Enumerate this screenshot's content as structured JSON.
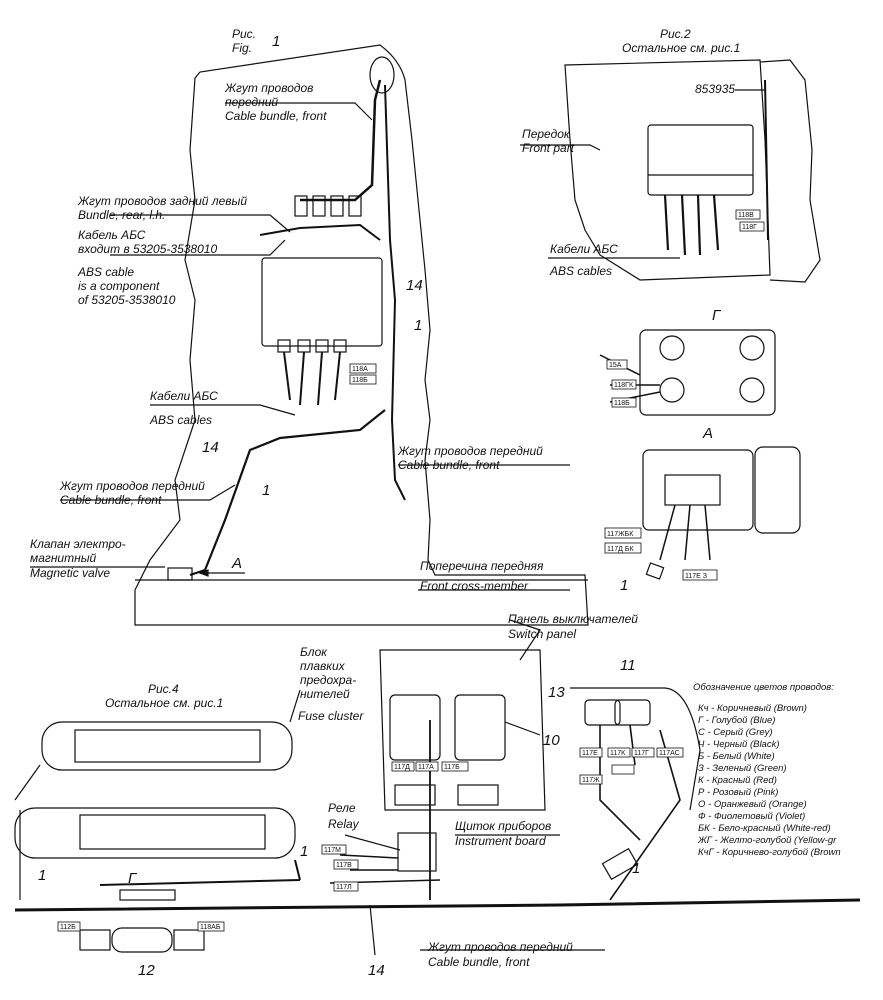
{
  "fig1": {
    "caption": [
      "Рис.",
      "Fig.",
      "1"
    ],
    "labels": {
      "front_bundle_top": [
        "Жгут проводов",
        "передний",
        "Cable bundle, front"
      ],
      "rear_left": [
        "Жгут проводов задний левый",
        "Bundle, rear, l.h."
      ],
      "abs_cable": [
        "Кабель АБС",
        "входит в 53205-3538010",
        "ABS cable",
        "is a component",
        "of 53205-3538010"
      ],
      "abs_cables": [
        "Кабели АБС",
        "ABS cables"
      ],
      "front_bundle_left": [
        "Жгут проводов передний",
        "Cable bundle, front"
      ],
      "front_bundle_right": [
        "Жгут проводов передний",
        "Cable bundle, front"
      ],
      "valve": [
        "Клапан электро-",
        "магнитный",
        "Magnetic valve"
      ],
      "crossmember": [
        "Поперечина передняя",
        "Front cross-member"
      ],
      "view_a": "A"
    },
    "numbers": [
      "14",
      "1",
      "14",
      "1"
    ],
    "tags": [
      "118А",
      "118Б"
    ]
  },
  "fig2": {
    "caption": [
      "Рис.2",
      "Остальное см. рис.1"
    ],
    "part_number": "853935",
    "labels": {
      "front_part": [
        "Передок",
        "Front part"
      ],
      "abs_cables": [
        "Кабели АБС",
        "ABS cables"
      ]
    },
    "tags": [
      "118В",
      "118Г"
    ]
  },
  "view_g": {
    "title": "Г",
    "tags": [
      "15А",
      "118ГК",
      "118Б"
    ]
  },
  "view_a": {
    "title": "A",
    "tags": [
      "117ЖБК",
      "117Д БК",
      "117Е З"
    ],
    "number": "1"
  },
  "fig4": {
    "caption": [
      "Рис.4",
      "Остальное см. рис.1"
    ],
    "labels": {
      "fuse": [
        "Блок",
        "плавких",
        "предохра-",
        "нителей",
        "Fuse cluster"
      ],
      "switch_panel": [
        "Панель выключателей",
        "Switch panel"
      ],
      "relay": [
        "Реле",
        "Relay"
      ],
      "instrument": [
        "Щиток приборов",
        "Instrument board"
      ],
      "bundle_bottom": [
        "Жгут проводов передний",
        "Cable bundle, front"
      ],
      "view_g_arrow": "Г"
    },
    "numbers": [
      "1",
      "1",
      "1",
      "10",
      "11",
      "12",
      "13",
      "14"
    ],
    "tags": [
      "117Д",
      "117А",
      "117Б",
      "117Е",
      "117АС",
      "117М",
      "117В",
      "117Л",
      "117К",
      "117Ж",
      "117Г",
      "112Б",
      "118АБ"
    ]
  },
  "legend": {
    "title": "Обозначение цветов проводов:",
    "items": [
      "Кч - Коричневый (Brown)",
      "Г - Голубой (Blue)",
      "С - Серый (Grey)",
      "Ч - Черный (Black)",
      "Б - Белый (White)",
      "З - Зеленый (Green)",
      "К - Красный (Red)",
      "Р - Розовый (Pink)",
      "О - Оранжевый (Orange)",
      "Ф - Фиолетовый (Violet)",
      "БК - Бело-красный (White-red)",
      "ЖГ - Желто-голубой (Yellow-gr",
      "КчГ - Коричнево-голубой (Brown"
    ]
  }
}
